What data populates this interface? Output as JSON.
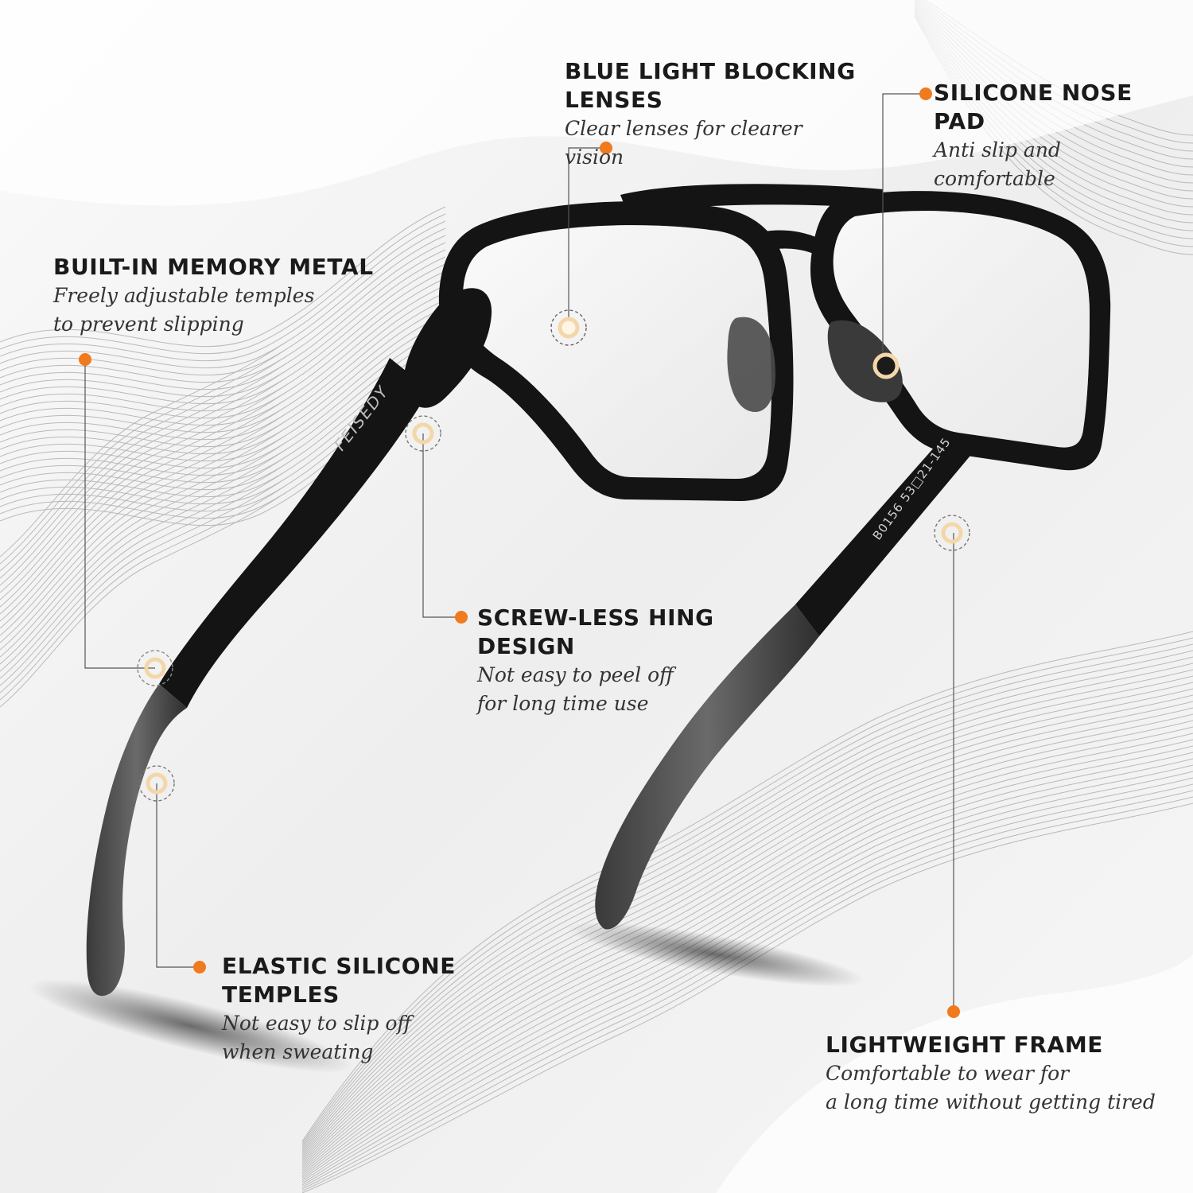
{
  "features": {
    "blue_light": {
      "title_lines": [
        "BLUE LIGHT BLOCKING",
        "LENSES"
      ],
      "desc_lines": [
        "Clear lenses for clearer vision"
      ]
    },
    "nose_pad": {
      "title_lines": [
        "SILICONE NOSE PAD"
      ],
      "desc_lines": [
        "Anti slip and comfortable"
      ]
    },
    "memory_metal": {
      "title_lines": [
        "BUILT-IN MEMORY METAL"
      ],
      "desc_lines": [
        "Freely adjustable temples",
        "to prevent slipping"
      ]
    },
    "hinge": {
      "title_lines": [
        "SCREW-LESS HING",
        "DESIGN"
      ],
      "desc_lines": [
        "Not easy to peel off",
        "for long time use"
      ]
    },
    "temples": {
      "title_lines": [
        "ELASTIC SILICONE",
        "TEMPLES"
      ],
      "desc_lines": [
        "Not easy to slip off",
        "when sweating"
      ]
    },
    "frame": {
      "title_lines": [
        "LIGHTWEIGHT FRAME"
      ],
      "desc_lines": [
        "Comfortable to wear for",
        "a long time without getting tired"
      ]
    }
  },
  "product": {
    "brand": "FEISEDY",
    "model_code": "B0156 53□21-145"
  },
  "colors": {
    "accent": "#f07a1e",
    "frame": "#141414",
    "silicone": "#5b5b5b",
    "background": "#f4f4f4"
  }
}
